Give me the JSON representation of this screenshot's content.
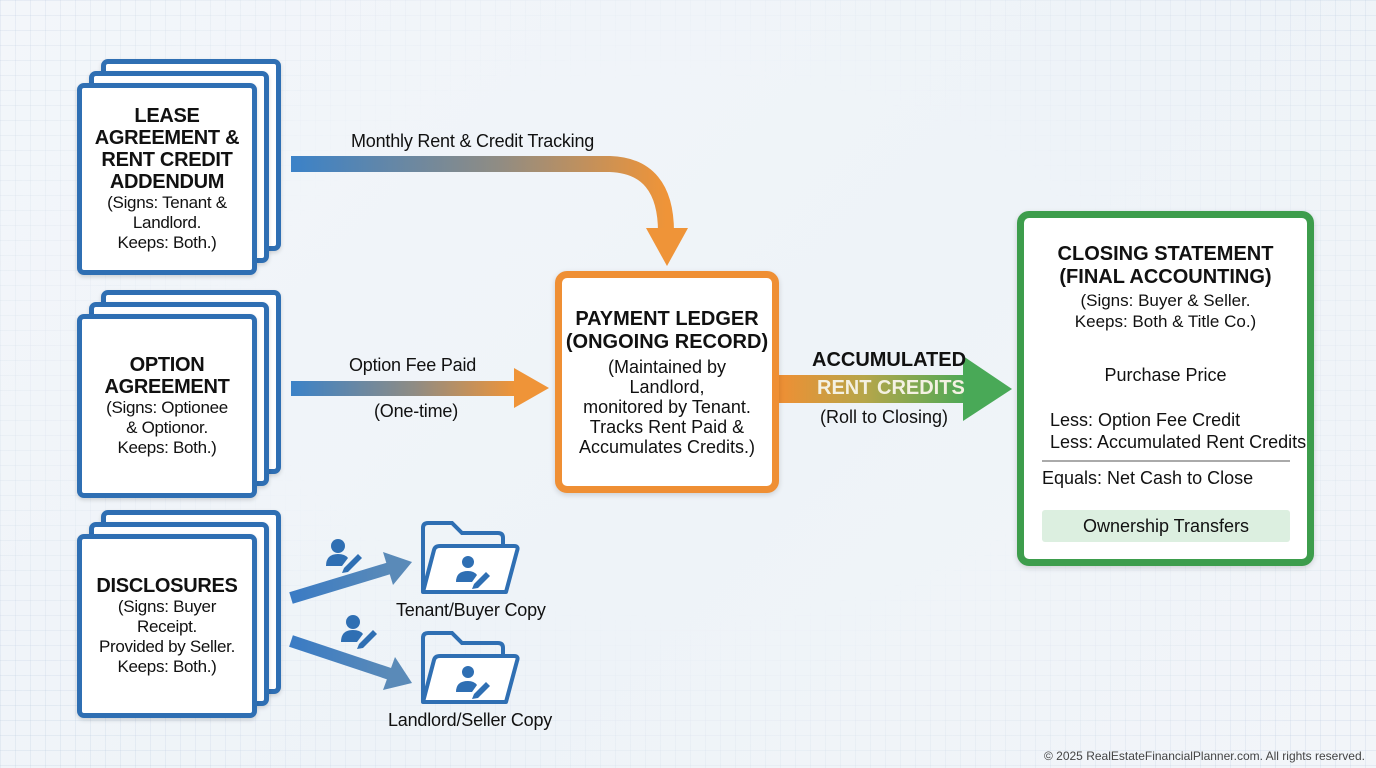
{
  "documents": [
    {
      "title_lines": [
        "LEASE",
        "AGREEMENT &",
        "RENT CREDIT",
        "ADDENDUM"
      ],
      "sub_lines": [
        "(Signs: Tenant &",
        "Landlord.",
        "Keeps: Both.)"
      ]
    },
    {
      "title_lines": [
        "OPTION",
        "AGREEMENT"
      ],
      "sub_lines": [
        "(Signs: Optionee",
        "& Optionor.",
        "Keeps: Both.)"
      ]
    },
    {
      "title_lines": [
        "DISCLOSURES"
      ],
      "sub_lines": [
        "(Signs: Buyer",
        "Receipt.",
        "Provided by Seller.",
        "Keeps: Both.)"
      ]
    }
  ],
  "flows": {
    "monthly_rent": "Monthly Rent & Credit Tracking",
    "option_fee": "Option Fee Paid",
    "option_fee_note": "(One-time)",
    "accumulated_line1": "ACCUMULATED",
    "accumulated_line2": "RENT CREDITS",
    "accumulated_note": "(Roll to Closing)"
  },
  "ledger": {
    "title_lines": [
      "PAYMENT LEDGER",
      "(ONGOING RECORD)"
    ],
    "sub_lines": [
      "(Maintained by",
      "Landlord,",
      "monitored by Tenant.",
      "Tracks Rent Paid &",
      "Accumulates Credits.)"
    ]
  },
  "copies": {
    "tenant": "Tenant/Buyer Copy",
    "landlord": "Landlord/Seller Copy",
    "icons": [
      "user-edit-icon",
      "folder-user-icon"
    ]
  },
  "closing": {
    "title_lines": [
      "CLOSING STATEMENT",
      "(FINAL ACCOUNTING)"
    ],
    "sub_lines": [
      "(Signs: Buyer & Seller.",
      "Keeps: Both & Title Co.)"
    ],
    "purchase_price": "Purchase Price",
    "less_option": "Less: Option Fee Credit",
    "less_rent": "Less: Accumulated Rent Credits",
    "equals": "Equals: Net Cash to Close",
    "ownership": "Ownership Transfers"
  },
  "colors": {
    "blue": "#2f6fb3",
    "orange": "#ef8f34",
    "green": "#3d9d4c"
  },
  "footer": "© 2025 RealEstateFinancialPlanner.com. All rights reserved."
}
